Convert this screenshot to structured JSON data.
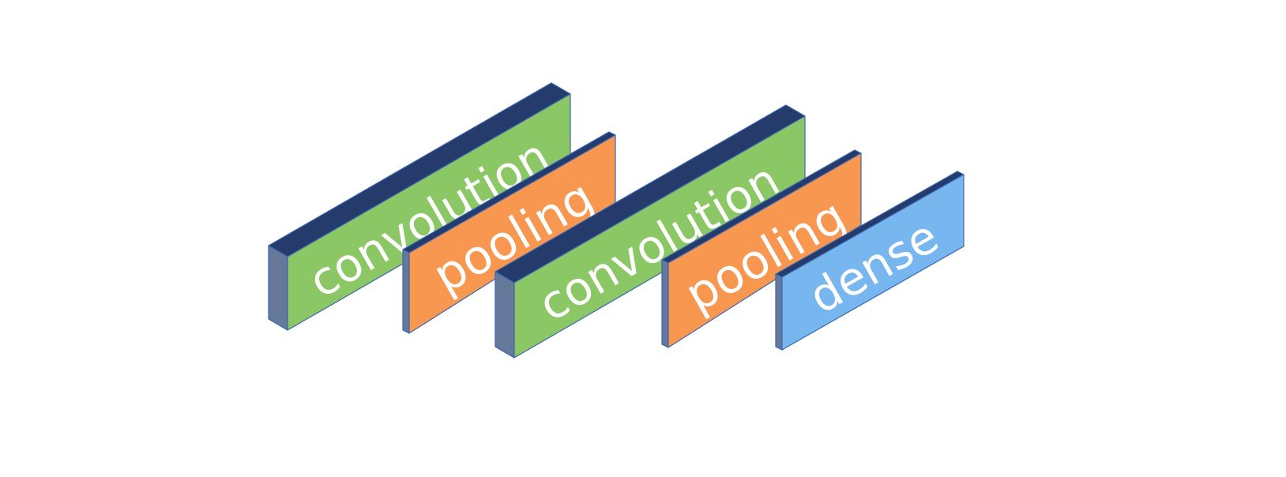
{
  "colors": {
    "top_face": "#243b6b",
    "side_face": "#67799b",
    "edge": "#3b66b0",
    "text": "#ffffff",
    "convolution": "#8cc766",
    "pooling": "#f8974f",
    "dense": "#77b6ee"
  },
  "blocks": [
    {
      "label": "convolution",
      "color": "#8cc766"
    },
    {
      "label": "pooling",
      "color": "#f8974f"
    },
    {
      "label": "convolution",
      "color": "#8cc766"
    },
    {
      "label": "pooling",
      "color": "#f8974f"
    },
    {
      "label": "dense",
      "color": "#77b6ee"
    }
  ]
}
